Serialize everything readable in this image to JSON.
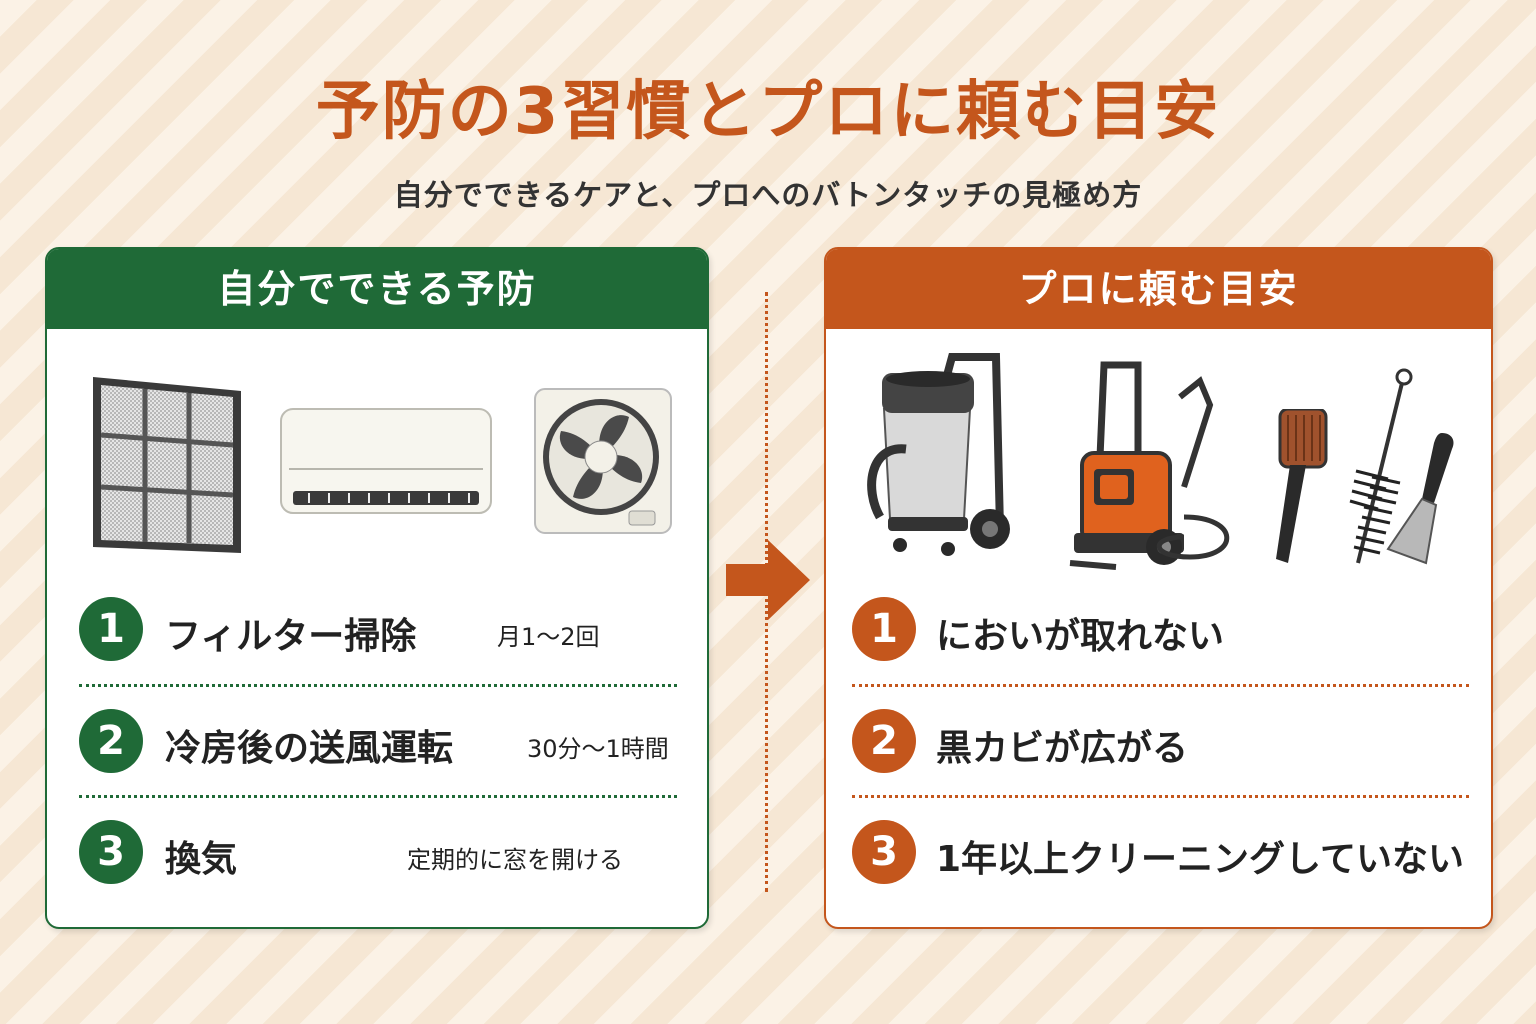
{
  "header": {
    "title": "予防の3習慣とプロに頼む目安",
    "subtitle": "自分でできるケアと、プロへのバトンタッチの見極め方"
  },
  "left_panel": {
    "heading": "自分でできる予防",
    "illustrations": [
      "filter-icon",
      "air-conditioner-icon",
      "ventilation-fan-icon"
    ],
    "items": [
      {
        "num": "1",
        "label": "フィルター掃除",
        "note": "月1～2回"
      },
      {
        "num": "2",
        "label": "冷房後の送風運転",
        "note": "30分～1時間"
      },
      {
        "num": "3",
        "label": "換気",
        "note": "定期的に窓を開ける"
      }
    ]
  },
  "right_panel": {
    "heading": "プロに頼む目安",
    "illustrations": [
      "vacuum-cleaner-icon",
      "pressure-washer-icon",
      "brush-icon",
      "bottle-brush-icon",
      "scraper-icon"
    ],
    "items": [
      {
        "num": "1",
        "label": "においが取れない"
      },
      {
        "num": "2",
        "label": "黒カビが広がる"
      },
      {
        "num": "3",
        "label": "1年以上クリーニングしていない"
      }
    ]
  },
  "colors": {
    "green": "#1f6a37",
    "orange": "#c4561c",
    "background": "#fbf2e6"
  }
}
